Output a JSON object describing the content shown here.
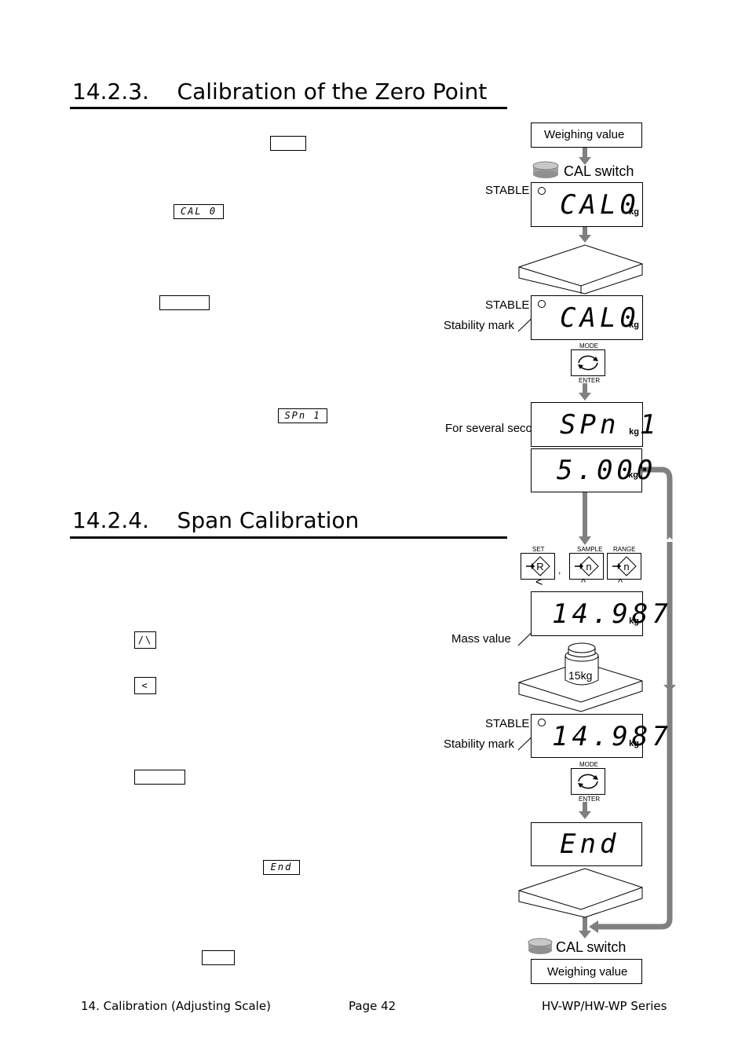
{
  "sections": {
    "zero": {
      "title": "14.2.3.    Calibration of the Zero Point"
    },
    "span": {
      "title": "14.2.4.    Span Calibration"
    }
  },
  "inline_boxes": {
    "cal0": "CAL 0",
    "spn1": "SPn 1",
    "up": "/\\",
    "left": "<",
    "end": "End"
  },
  "diagram": {
    "weighing_value_top": "Weighing value",
    "cal_switch_top": "CAL switch",
    "stable_1": "STABLE",
    "disp_cal0_a": "CAL0",
    "stable_2": "STABLE",
    "stability_mark_1": "Stability mark",
    "disp_cal0_b": "CAL0",
    "mode_label_1": "MODE",
    "enter_label_1": "ENTER",
    "for_several_second": "For several second",
    "disp_spn1": "SPn 1",
    "disp_5000": "5.000",
    "key_set": "SET",
    "key_sample": "SAMPLE",
    "key_range": "RANGE",
    "disp_14987_a": "14.987",
    "mass_value": "Mass value",
    "weight_label": "15kg",
    "stable_3": "STABLE",
    "stability_mark_2": "Stability mark",
    "disp_14987_b": "14.987",
    "mode_label_2": "MODE",
    "enter_label_2": "ENTER",
    "disp_end": "End",
    "cal_switch_bottom": "CAL switch",
    "weighing_value_bottom": "Weighing value",
    "unit": "kg"
  },
  "footer": {
    "left": "14. Calibration (Adjusting Scale)",
    "center": "Page 42",
    "right": "HV-WP/HW-WP Series"
  },
  "colors": {
    "arrow": "#808080",
    "text": "#000000",
    "background": "#ffffff"
  }
}
